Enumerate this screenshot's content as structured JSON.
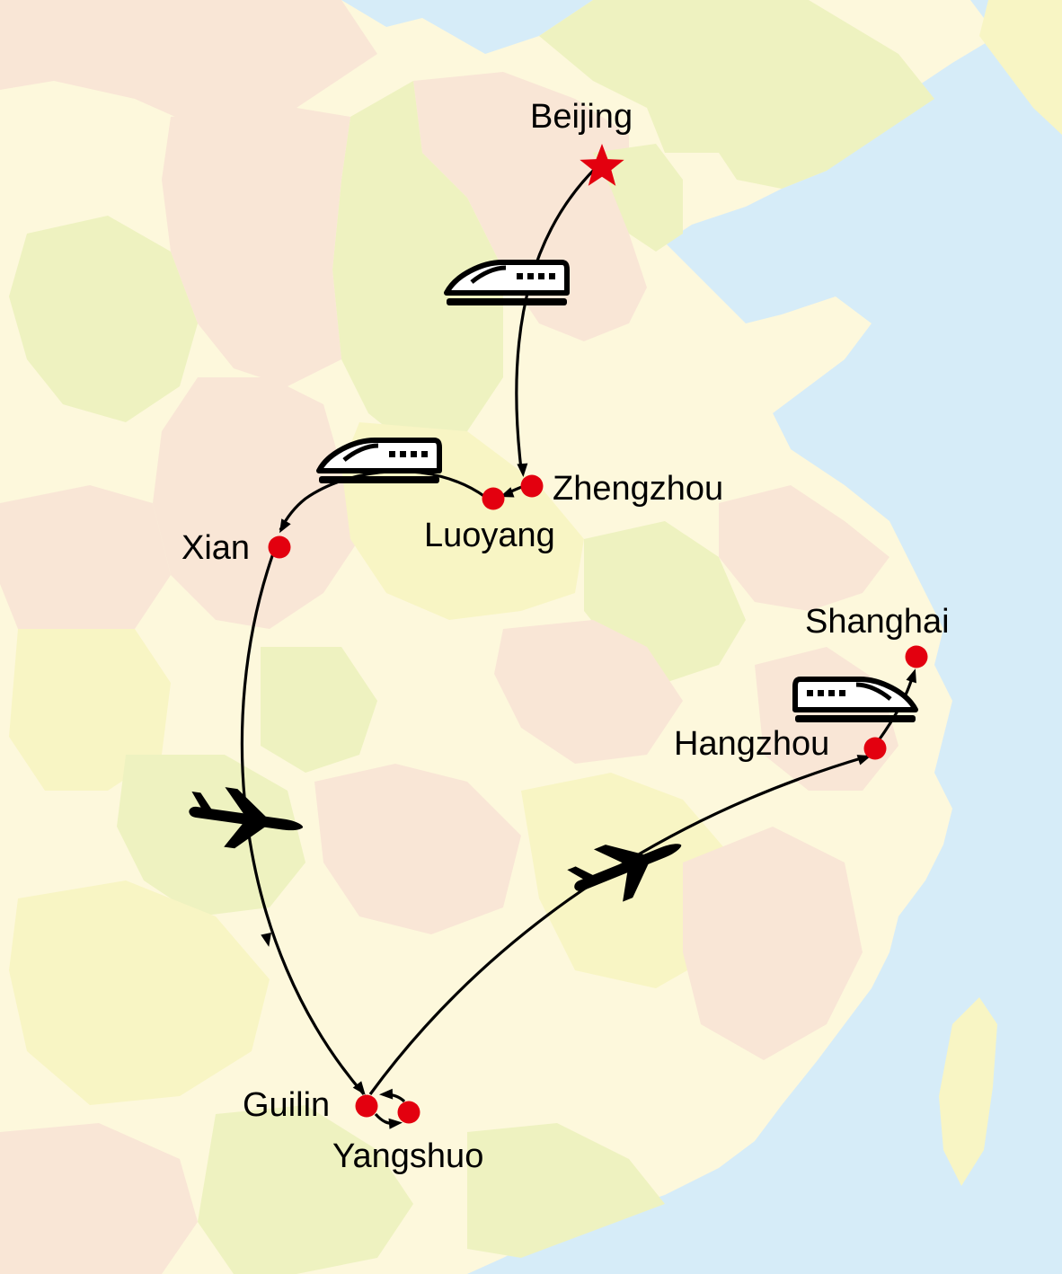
{
  "colors": {
    "sea": "#d6ecf8",
    "land_cream": "#fdf8dc",
    "land_peach": "#f9e6d6",
    "land_yellow": "#f8f5c4",
    "land_green": "#eef2c0",
    "route": "#000000",
    "city_marker": "#e3000f"
  },
  "cities": [
    {
      "key": "beijing",
      "label": "Beijing",
      "marker": "star"
    },
    {
      "key": "zhengzhou",
      "label": "Zhengzhou",
      "marker": "dot"
    },
    {
      "key": "luoyang",
      "label": "Luoyang",
      "marker": "dot"
    },
    {
      "key": "xian",
      "label": "Xian",
      "marker": "dot"
    },
    {
      "key": "guilin",
      "label": "Guilin",
      "marker": "dot"
    },
    {
      "key": "yangshuo",
      "label": "Yangshuo",
      "marker": "dot"
    },
    {
      "key": "hangzhou",
      "label": "Hangzhou",
      "marker": "dot"
    },
    {
      "key": "shanghai",
      "label": "Shanghai",
      "marker": "dot"
    }
  ],
  "routes": [
    {
      "from": "beijing",
      "to": "zhengzhou",
      "transport": "train-icon"
    },
    {
      "from": "zhengzhou",
      "to": "luoyang",
      "transport": "none"
    },
    {
      "from": "luoyang",
      "to": "xian",
      "transport": "train-icon"
    },
    {
      "from": "xian",
      "to": "guilin",
      "transport": "airplane-icon"
    },
    {
      "from": "guilin",
      "to": "yangshuo",
      "transport": "none"
    },
    {
      "from": "yangshuo",
      "to": "guilin",
      "transport": "none"
    },
    {
      "from": "guilin",
      "to": "hangzhou",
      "transport": "airplane-icon"
    },
    {
      "from": "hangzhou",
      "to": "shanghai",
      "transport": "train-icon"
    }
  ]
}
